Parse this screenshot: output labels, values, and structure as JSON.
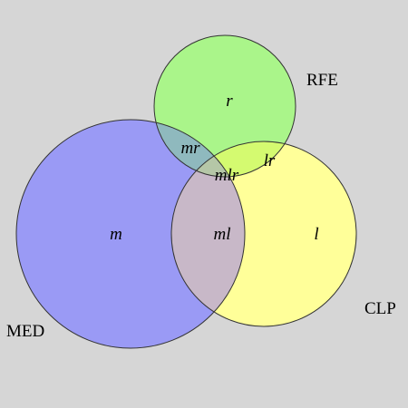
{
  "colors": {
    "background": "#d6d6d6",
    "med": "#9a9af5",
    "rfe": "#aaf58a",
    "clp": "#ffff99",
    "med_rfe": "#8fb9be",
    "rfe_clp": "#d4fa70",
    "med_clp": "#c8b8c8",
    "med_rfe_clp": "#b5c7a7",
    "outline": "#333333"
  },
  "sets": {
    "med": "MED",
    "rfe": "RFE",
    "clp": "CLP"
  },
  "regions": {
    "m": "m",
    "r": "r",
    "l": "l",
    "mr": "mr",
    "lr": "lr",
    "ml": "ml",
    "mlr": "mlr"
  }
}
